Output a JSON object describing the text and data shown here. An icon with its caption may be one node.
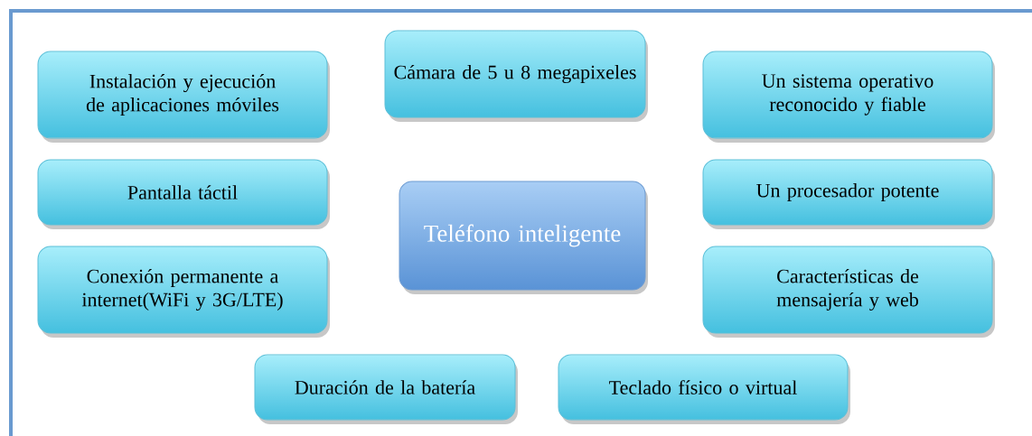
{
  "diagram": {
    "nodes": [
      {
        "text": [
          "Instalación y ejecución de aplicaciones móviles"
        ]
      },
      {
        "text": [
          "Cámara de 5 u 8 megapixeles"
        ]
      },
      {
        "text": [
          "Un sistema operativo reconocido y fiable"
        ]
      },
      {
        "text": [
          "Pantalla táctil"
        ]
      },
      {
        "text": [
          "Teléfono inteligente"
        ]
      },
      {
        "text": [
          "Un procesador potente"
        ]
      },
      {
        "text": [
          "Conexión permanente a internet(WiFi y 3G/LTE)"
        ]
      },
      {
        "text": [
          "Características de mensajería y web"
        ]
      },
      {
        "text": [
          "Duración de la batería"
        ]
      },
      {
        "text": [
          "Teclado físico o virtual"
        ]
      }
    ]
  }
}
